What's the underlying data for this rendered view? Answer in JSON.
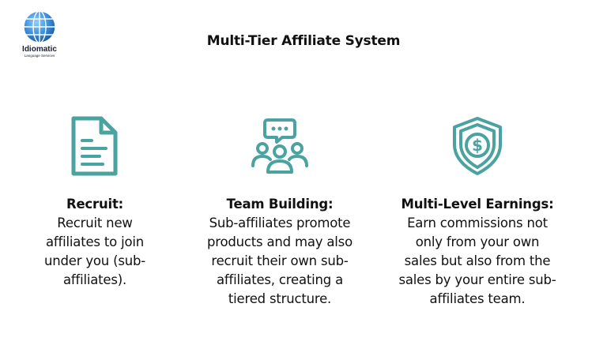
{
  "logo": {
    "name": "Idiomatic",
    "subtitle": "Language Services"
  },
  "title": "Multi-Tier Affiliate System",
  "colors": {
    "accent": "#4aa3a1",
    "logo_blue": "#3b8fdc",
    "text": "#111111"
  },
  "columns": [
    {
      "icon": "document-icon",
      "heading": "Recruit:",
      "body": "Recruit new affiliates to join under you (sub-affiliates)."
    },
    {
      "icon": "team-icon",
      "heading": "Team Building:",
      "body": "Sub-affiliates promote products and may also recruit their own sub-affiliates, creating a tiered structure."
    },
    {
      "icon": "shield-dollar-icon",
      "heading": "Multi-Level Earnings:",
      "body": "Earn commissions not only from your own sales but also from the sales by your entire sub-affiliates team."
    }
  ]
}
